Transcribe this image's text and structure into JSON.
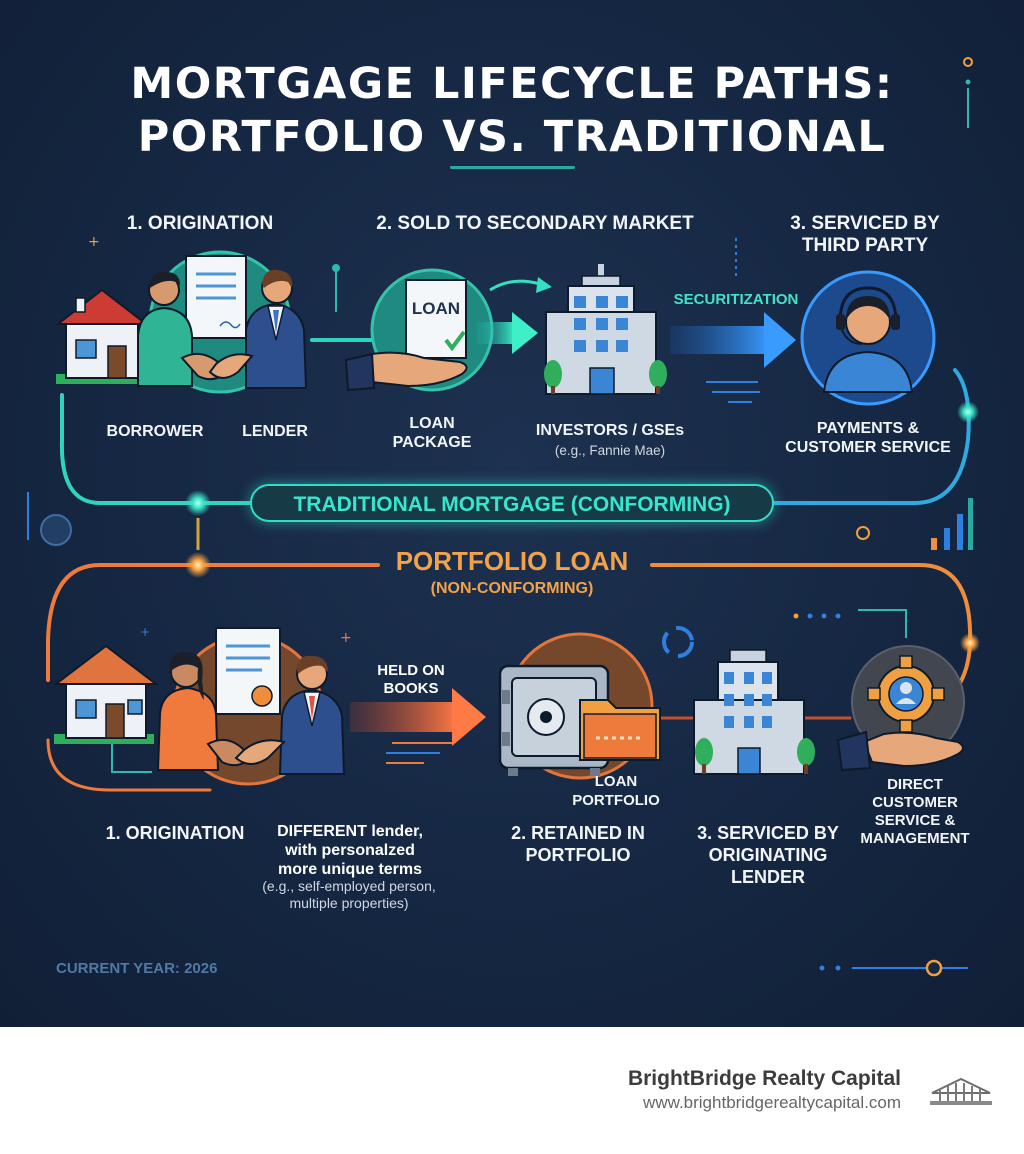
{
  "title": "MORTGAGE LIFECYCLE PATHS:\nPORTFOLIO VS. TRADITIONAL",
  "traditional": {
    "banner": "TRADITIONAL MORTGAGE (CONFORMING)",
    "steps": [
      {
        "heading": "1. ORIGINATION",
        "labels": [
          "BORROWER",
          "LENDER"
        ]
      },
      {
        "heading": "2. SOLD TO SECONDARY MARKET",
        "document_text": "LOAN",
        "package_label": "LOAN\nPACKAGE",
        "investor_label": "INVESTORS / GSEs",
        "investor_example": "(e.g., Fannie Mae)"
      },
      {
        "heading": "3. SERVICED BY\nTHIRD PARTY",
        "label": "PAYMENTS &\nCUSTOMER SERVICE"
      }
    ],
    "arrow_label": "SECURITIZATION"
  },
  "portfolio": {
    "banner_title": "PORTFOLIO LOAN",
    "banner_sub": "(NON-CONFORMING)",
    "arrow_label": "HELD ON\nBOOKS",
    "steps": [
      {
        "heading": "1. ORIGINATION",
        "note": "DIFFERENT lender,\nwith personalzed\nmore unique terms",
        "example": "(e.g., self-employed person,\nmultiple properties)"
      },
      {
        "heading": "2. RETAINED IN\nPORTFOLIO",
        "label": "LOAN\nPORTFOLIO"
      },
      {
        "heading": "3. SERVICED BY\nORIGINATING\nLENDER",
        "label": "DIRECT\nCUSTOMER\nSERVICE &\nMANAGEMENT"
      }
    ]
  },
  "current_year": "CURRENT YEAR: 2026",
  "footer": {
    "company": "BrightBridge Realty Capital",
    "url": "www.brightbridgerealtycapital.com"
  },
  "colors": {
    "background": "#152742",
    "teal": "#33dcc4",
    "orange": "#ee7a3c",
    "blue": "#2f7fe0"
  },
  "icons": [
    "house-icon",
    "handshake-icon",
    "document-icon",
    "building-icon",
    "headset-agent-icon",
    "vault-icon",
    "folder-icon",
    "gear-icon",
    "hand-icon"
  ]
}
